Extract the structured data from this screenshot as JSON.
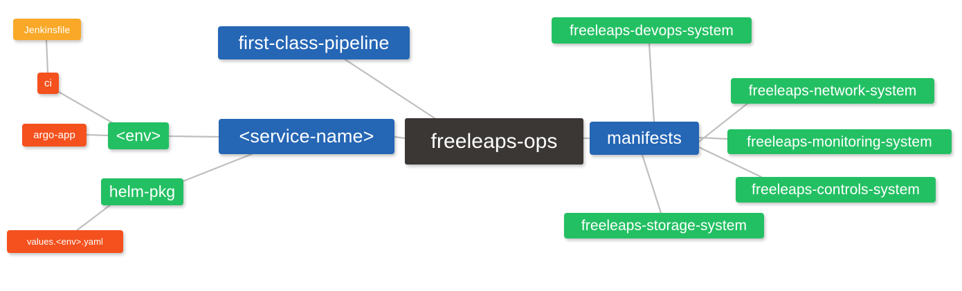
{
  "diagram": {
    "type": "mindmap",
    "title": "freeleaps-ops",
    "background": "#ffffff",
    "palette": {
      "root": "#3b3735",
      "blue": "#2566b5",
      "green": "#23c063",
      "orange": "#f9a828",
      "red": "#f4511e",
      "edge": "#bfbfbf",
      "text": "#ffffff"
    }
  },
  "nodes": {
    "root": {
      "label": "freeleaps-ops"
    },
    "service_name": {
      "label": "<service-name>"
    },
    "first_class_pipeline": {
      "label": "first-class-pipeline"
    },
    "manifests": {
      "label": "manifests"
    },
    "env": {
      "label": "<env>"
    },
    "ci": {
      "label": "ci"
    },
    "jenkinsfile": {
      "label": "Jenkinsfile"
    },
    "argo_app": {
      "label": "argo-app"
    },
    "helm_pkg": {
      "label": "helm-pkg"
    },
    "values_yaml": {
      "label": "values.<env>.yaml"
    },
    "devops_system": {
      "label": "freeleaps-devops-system"
    },
    "network_system": {
      "label": "freeleaps-network-system"
    },
    "monitoring_system": {
      "label": "freeleaps-monitoring-system"
    },
    "controls_system": {
      "label": "freeleaps-controls-system"
    },
    "storage_system": {
      "label": "freeleaps-storage-system"
    }
  },
  "edges": [
    {
      "from": "root",
      "to": "service_name"
    },
    {
      "from": "root",
      "to": "first_class_pipeline"
    },
    {
      "from": "root",
      "to": "manifests"
    },
    {
      "from": "service_name",
      "to": "env"
    },
    {
      "from": "service_name",
      "to": "helm_pkg"
    },
    {
      "from": "env",
      "to": "ci"
    },
    {
      "from": "env",
      "to": "argo_app"
    },
    {
      "from": "ci",
      "to": "jenkinsfile"
    },
    {
      "from": "helm_pkg",
      "to": "values_yaml"
    },
    {
      "from": "manifests",
      "to": "devops_system"
    },
    {
      "from": "manifests",
      "to": "network_system"
    },
    {
      "from": "manifests",
      "to": "monitoring_system"
    },
    {
      "from": "manifests",
      "to": "controls_system"
    },
    {
      "from": "manifests",
      "to": "storage_system"
    }
  ]
}
